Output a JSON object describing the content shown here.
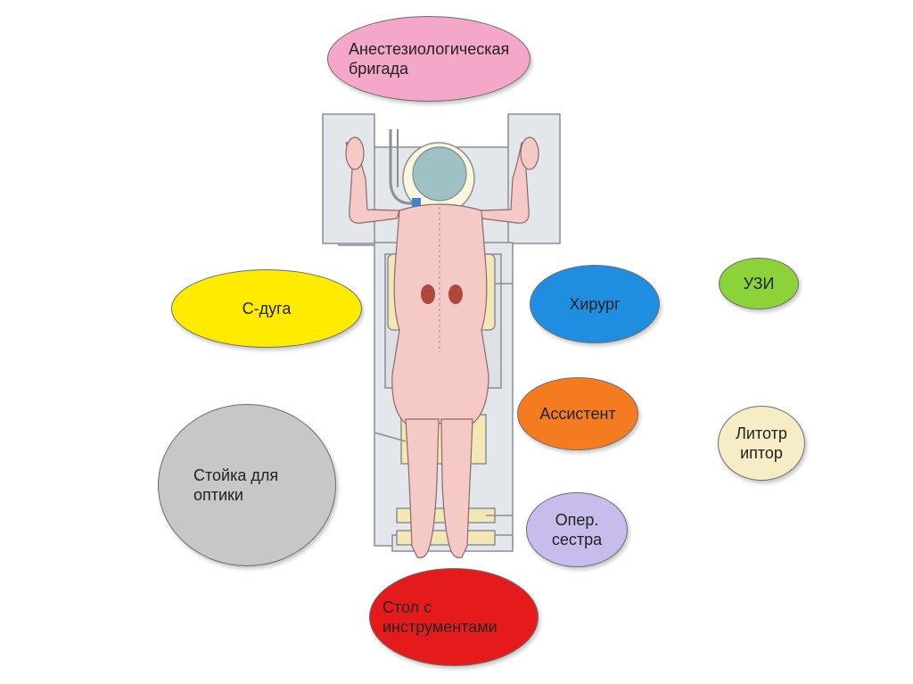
{
  "roles": {
    "anesthesia": {
      "label": "Анестезиологическая бригада",
      "color": "#f4a7c8"
    },
    "c_arm": {
      "label": "С-дуга",
      "color": "#ffeb00"
    },
    "surgeon": {
      "label": "Хирург",
      "color": "#1f8de0"
    },
    "ultrasound": {
      "label": "УЗИ",
      "color": "#8cd33a"
    },
    "assistant": {
      "label": "Ассистент",
      "color": "#f57b20"
    },
    "lithotripter": {
      "label": "Литотр иптор",
      "color": "#f6edc6"
    },
    "optics_stand": {
      "label": "Стойка для оптики",
      "color": "#c7c7c7"
    },
    "scrub_nurse": {
      "label": "Опер. сестра",
      "color": "#c7bcec"
    },
    "instrument_table": {
      "label": "Стол с инструментами",
      "color": "#e51b1b"
    }
  }
}
